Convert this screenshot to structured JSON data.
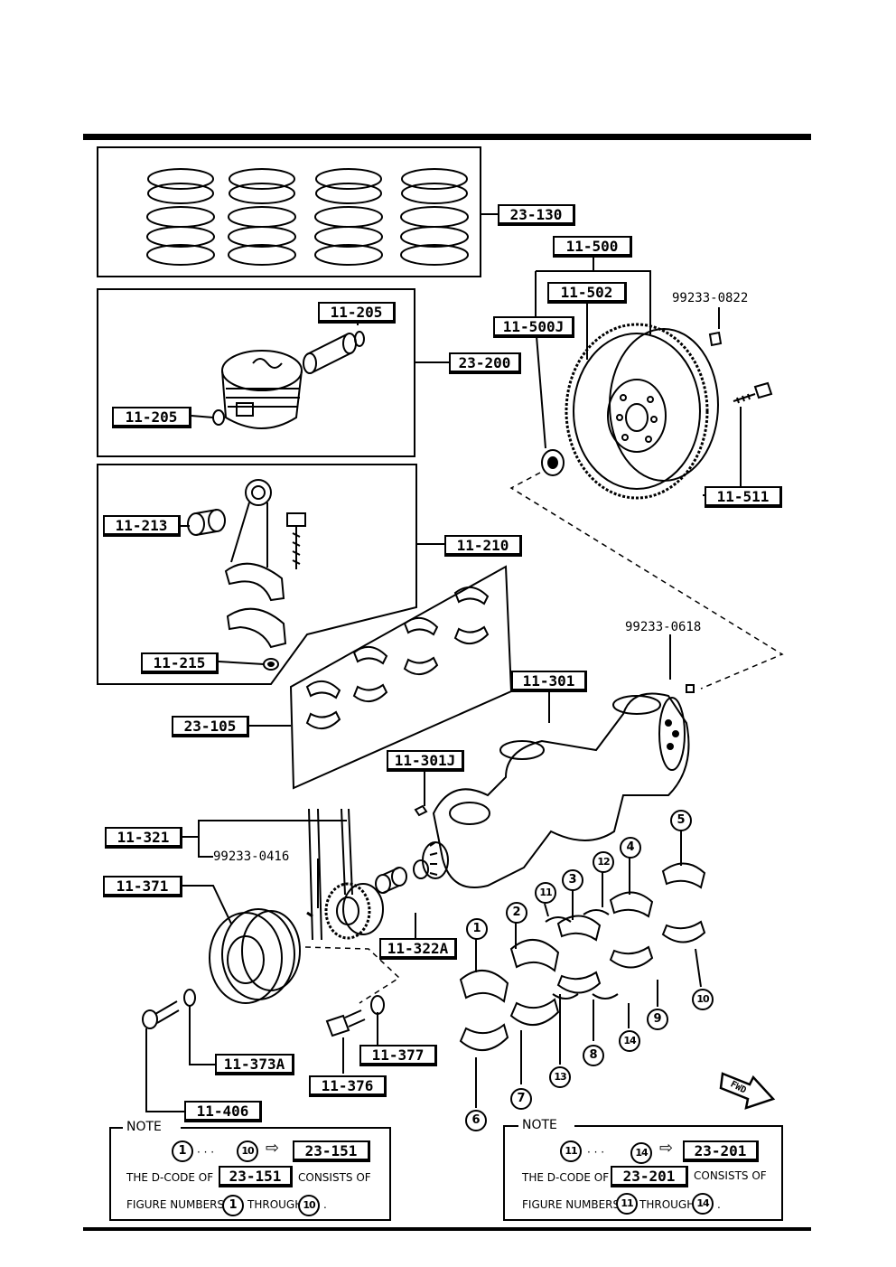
{
  "labels": {
    "piston_rings": "23-130",
    "flywheel_assy": "11-500",
    "ring_gear": "11-502",
    "pilot_bearing": "11-500J",
    "dowel_upper": "99233-0822",
    "piston_clip_top": "11-205",
    "piston_set": "23-200",
    "piston_clip_left": "11-205",
    "flywheel_bolt": "11-511",
    "rod_bushing": "11-213",
    "conrod": "11-210",
    "rod_nut": "11-215",
    "dowel_mid": "99233-0618",
    "crankshaft": "11-301",
    "rod_bearings": "23-105",
    "crank_key": "11-301J",
    "timing_gear": "11-321",
    "gear_pin": "99233-0416",
    "pulley": "11-371",
    "spacer": "11-322A",
    "pulley_washer": "11-373A",
    "pulley_bolt": "11-376",
    "washer": "11-377",
    "pulley_bolt_small": "11-406"
  },
  "numbers": [
    "1",
    "2",
    "3",
    "4",
    "5",
    "6",
    "7",
    "8",
    "9",
    "10",
    "11",
    "12",
    "13",
    "14"
  ],
  "fwd": "FWD",
  "note_left": {
    "title": "NOTE",
    "range_start": "1",
    "dots": "· · ·",
    "range_end": "10",
    "arrow": "⇨",
    "code": "23-151",
    "line1_a": "THE D-CODE OF",
    "line1_code": "23-151",
    "line1_b": "CONSISTS OF",
    "line2_a": "FIGURE NUMBERS",
    "line2_start": "1",
    "line2_mid": "THROUGH",
    "line2_end": "10",
    "line2_tail": "."
  },
  "note_right": {
    "title": "NOTE",
    "range_start": "11",
    "dots": "· · ·",
    "range_end": "14",
    "arrow": "⇨",
    "code": "23-201",
    "line1_a": "THE D-CODE OF",
    "line1_code": "23-201",
    "line1_b": "CONSISTS OF",
    "line2_a": "FIGURE NUMBERS",
    "line2_start": "11",
    "line2_mid": "THROUGH",
    "line2_end": "14",
    "line2_tail": "."
  }
}
